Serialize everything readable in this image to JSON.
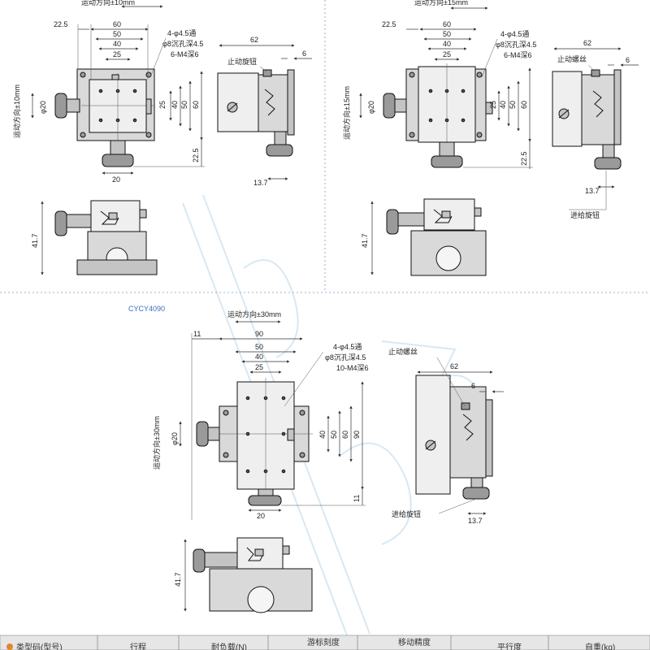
{
  "palette": {
    "separator": "#7a9bc4",
    "model_label": "#3a6fc4",
    "header_bg": "#e6e6e6",
    "watermark": "#b8d6ea"
  },
  "panels": {
    "top_left": {
      "travel": "运动方向±10mm",
      "travel_v": "运动方向±10mm",
      "w_dims": [
        "60",
        "50",
        "40",
        "25"
      ],
      "offset": "22.5",
      "v_dims": [
        "25",
        "40",
        "50",
        "60"
      ],
      "v_offset": "22.5",
      "knob_w": "20",
      "dia": "φ20",
      "notes": [
        "4-φ4.5通",
        "φ8沉孔深4.5",
        "6-M4深6"
      ],
      "side_w": "62",
      "side_t": "6",
      "side_h": "13.7",
      "stop_label": "止动旋钮",
      "front_h": "41.7"
    },
    "top_right": {
      "travel": "运动方向±15mm",
      "travel_v": "运动方向±15mm",
      "w_dims": [
        "60",
        "50",
        "40",
        "25"
      ],
      "offset": "22.5",
      "v_dims": [
        "25",
        "40",
        "50",
        "60"
      ],
      "v_offset": "22.5",
      "dia": "φ20",
      "notes": [
        "4-φ4.5通",
        "φ8沉孔深4.5",
        "6-M4深6"
      ],
      "side_w": "62",
      "side_t": "6",
      "side_h": "13.7",
      "stop_label": "止动螺丝",
      "feed_label": "进给旋钮",
      "front_h": "41.7"
    },
    "bottom": {
      "model": "CYCY4090",
      "travel": "运动方向±30mm",
      "travel_v": "运动方向±30mm",
      "w_dims": [
        "90",
        "50",
        "40",
        "25"
      ],
      "offset": "11",
      "v_dims": [
        "40",
        "50",
        "60",
        "90"
      ],
      "v_offset": "11",
      "knob_w": "20",
      "dia": "φ20",
      "notes": [
        "4-φ4.5通",
        "φ8沉孔深4.5",
        "10-M4深6"
      ],
      "stop_label": "止动螺丝",
      "side_w": "62",
      "side_t": "6",
      "side_h": "13.7",
      "feed_label": "进给旋钮",
      "front_h": "41.7"
    }
  },
  "table_header": [
    "类型码(型号)",
    "行程",
    "耐负载(N)",
    "游标刻度",
    "移动精度",
    "平行度",
    "自重(kg)"
  ]
}
